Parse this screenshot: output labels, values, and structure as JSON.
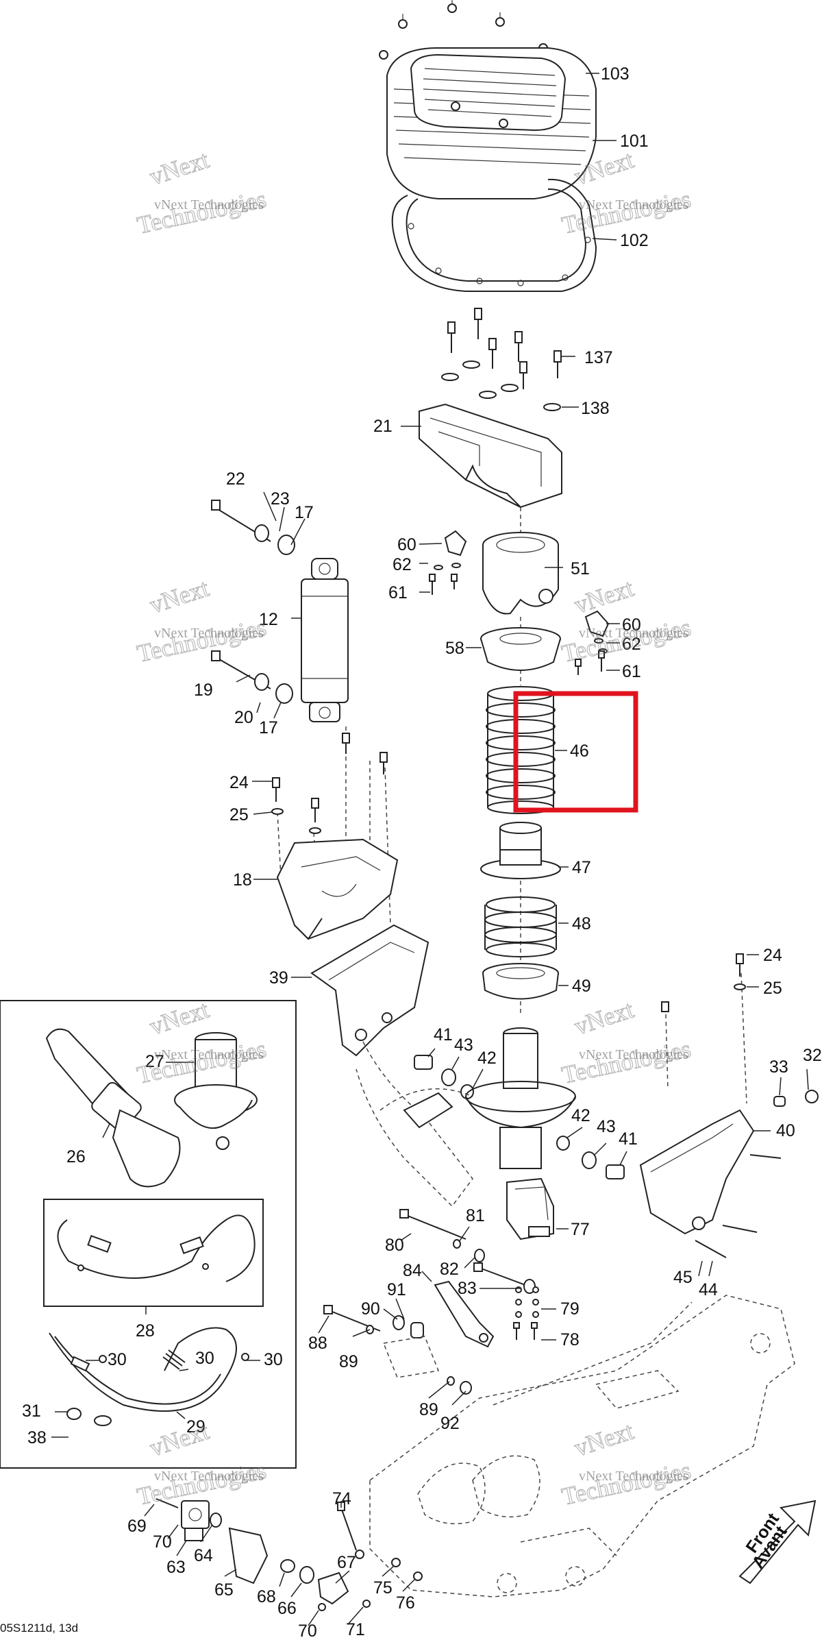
{
  "watermark": {
    "company": "vNext Technologies",
    "big_line1": "vNext",
    "big_line2": "Technologies"
  },
  "direction_arrow": {
    "line1": "Front",
    "line2": "Avant"
  },
  "footer_code": "05S1211d, 13d",
  "highlight": {
    "part": "46",
    "color": "#e0141e"
  },
  "callouts": [
    {
      "id": "c103",
      "label": "103"
    },
    {
      "id": "c101",
      "label": "101"
    },
    {
      "id": "c102",
      "label": "102"
    },
    {
      "id": "c137",
      "label": "137"
    },
    {
      "id": "c138",
      "label": "138"
    },
    {
      "id": "c21",
      "label": "21"
    },
    {
      "id": "c22",
      "label": "22"
    },
    {
      "id": "c23",
      "label": "23"
    },
    {
      "id": "c17a",
      "label": "17"
    },
    {
      "id": "c60a",
      "label": "60"
    },
    {
      "id": "c62a",
      "label": "62"
    },
    {
      "id": "c61a",
      "label": "61"
    },
    {
      "id": "c51",
      "label": "51"
    },
    {
      "id": "c12",
      "label": "12"
    },
    {
      "id": "c60b",
      "label": "60"
    },
    {
      "id": "c62b",
      "label": "62"
    },
    {
      "id": "c61b",
      "label": "61"
    },
    {
      "id": "c58",
      "label": "58"
    },
    {
      "id": "c19",
      "label": "19"
    },
    {
      "id": "c20",
      "label": "20"
    },
    {
      "id": "c17b",
      "label": "17"
    },
    {
      "id": "c46",
      "label": "46"
    },
    {
      "id": "c24a",
      "label": "24"
    },
    {
      "id": "c25a",
      "label": "25"
    },
    {
      "id": "c47",
      "label": "47"
    },
    {
      "id": "c18",
      "label": "18"
    },
    {
      "id": "c48",
      "label": "48"
    },
    {
      "id": "c24b",
      "label": "24"
    },
    {
      "id": "c39",
      "label": "39"
    },
    {
      "id": "c49",
      "label": "49"
    },
    {
      "id": "c25b",
      "label": "25"
    },
    {
      "id": "c41a",
      "label": "41"
    },
    {
      "id": "c27",
      "label": "27"
    },
    {
      "id": "c43a",
      "label": "43"
    },
    {
      "id": "c42a",
      "label": "42"
    },
    {
      "id": "c33",
      "label": "33"
    },
    {
      "id": "c32",
      "label": "32"
    },
    {
      "id": "c26",
      "label": "26"
    },
    {
      "id": "c40",
      "label": "40"
    },
    {
      "id": "c42b",
      "label": "42"
    },
    {
      "id": "c43b",
      "label": "43"
    },
    {
      "id": "c41b",
      "label": "41"
    },
    {
      "id": "c81",
      "label": "81"
    },
    {
      "id": "c77",
      "label": "77"
    },
    {
      "id": "c80",
      "label": "80"
    },
    {
      "id": "c82",
      "label": "82"
    },
    {
      "id": "c45",
      "label": "45"
    },
    {
      "id": "c44",
      "label": "44"
    },
    {
      "id": "c84",
      "label": "84"
    },
    {
      "id": "c83",
      "label": "83"
    },
    {
      "id": "c28",
      "label": "28"
    },
    {
      "id": "c91",
      "label": "91"
    },
    {
      "id": "c90",
      "label": "90"
    },
    {
      "id": "c79",
      "label": "79"
    },
    {
      "id": "c88",
      "label": "88"
    },
    {
      "id": "c78",
      "label": "78"
    },
    {
      "id": "c30a",
      "label": "30"
    },
    {
      "id": "c30b",
      "label": "30"
    },
    {
      "id": "c30c",
      "label": "30"
    },
    {
      "id": "c89a",
      "label": "89"
    },
    {
      "id": "c31",
      "label": "31"
    },
    {
      "id": "c89b",
      "label": "89"
    },
    {
      "id": "c29",
      "label": "29"
    },
    {
      "id": "c92",
      "label": "92"
    },
    {
      "id": "c38",
      "label": "38"
    },
    {
      "id": "c74",
      "label": "74"
    },
    {
      "id": "c69",
      "label": "69"
    },
    {
      "id": "c70a",
      "label": "70"
    },
    {
      "id": "c64",
      "label": "64"
    },
    {
      "id": "c67",
      "label": "67"
    },
    {
      "id": "c63",
      "label": "63"
    },
    {
      "id": "c75",
      "label": "75"
    },
    {
      "id": "c65",
      "label": "65"
    },
    {
      "id": "c68",
      "label": "68"
    },
    {
      "id": "c76",
      "label": "76"
    },
    {
      "id": "c66",
      "label": "66"
    },
    {
      "id": "c70b",
      "label": "70"
    },
    {
      "id": "c71",
      "label": "71"
    }
  ]
}
